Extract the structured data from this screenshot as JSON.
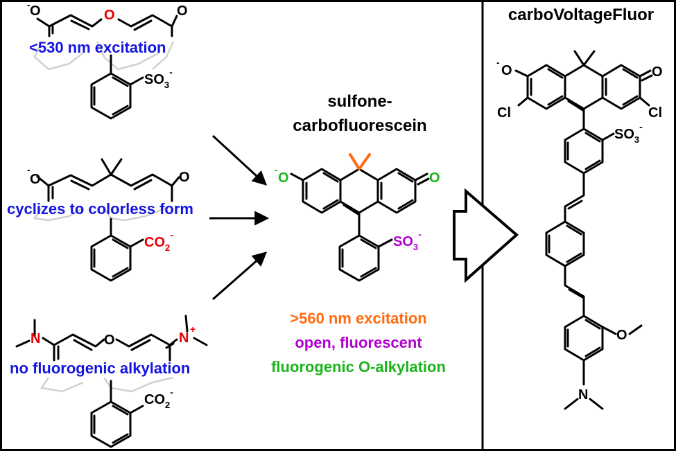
{
  "colors": {
    "blue": "#1414e0",
    "red": "#e00000",
    "orange": "#ff6a10",
    "purple": "#b000d0",
    "green": "#1bb51b",
    "black": "#000000"
  },
  "left_column": {
    "dye1": {
      "o_minus": "O",
      "charge_minus": "-",
      "o_bridge": "O",
      "o_carbonyl": "O",
      "sulfonate": {
        "base": "SO",
        "sub": "3",
        "sup": "-"
      },
      "caption": "<530 nm excitation"
    },
    "dye2": {
      "o_minus": "O",
      "charge_minus": "-",
      "o_carbonyl": "O",
      "carboxylate": {
        "base": "CO",
        "sub": "2",
        "sup": "-"
      },
      "caption": "cyclizes to colorless form"
    },
    "dye3": {
      "n_left": "N",
      "n_right": "N",
      "charge_plus": "+",
      "o_bridge": "O",
      "carboxylate": {
        "base": "CO",
        "sub": "2",
        "sup": "-"
      },
      "caption": "no fluorogenic alkylation"
    }
  },
  "center": {
    "title_line1": "sulfone-",
    "title_line2": "carbofluorescein",
    "o_minus": "O",
    "charge_minus": "-",
    "o_carbonyl": "O",
    "sulfonate": {
      "base": "SO",
      "sub": "3",
      "sup": "-"
    },
    "properties": [
      {
        "text": ">560 nm excitation",
        "color": "#ff6a10"
      },
      {
        "text": "open, fluorescent",
        "color": "#b000d0"
      },
      {
        "text": "fluorogenic O-alkylation",
        "color": "#1bb51b"
      }
    ]
  },
  "right_panel": {
    "title": "carboVoltageFluor",
    "o_minus": "O",
    "charge_minus": "-",
    "o_carbonyl": "O",
    "cl_left": "Cl",
    "cl_right": "Cl",
    "sulfonate": {
      "base": "SO",
      "sub": "3",
      "sup": "-"
    },
    "methoxy_o": "O",
    "amine_n": "N"
  }
}
